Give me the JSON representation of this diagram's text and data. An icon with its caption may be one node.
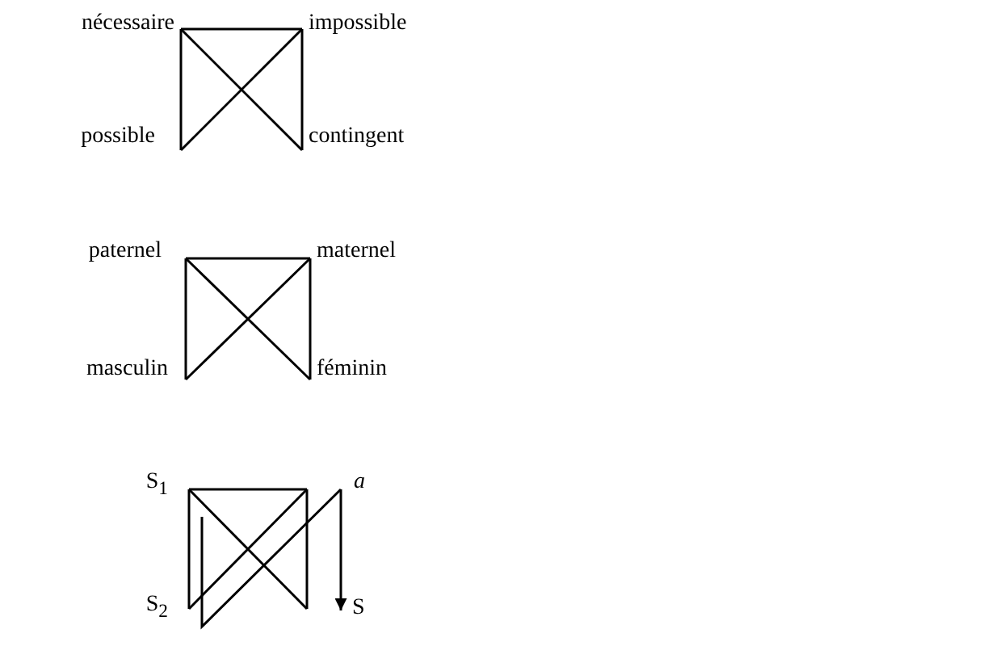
{
  "diagram": {
    "nodes": [
      {
        "text": [
          "nécessaire"
        ]
      },
      {
        "text": [
          "impossible"
        ]
      },
      {
        "text": [
          "possible"
        ]
      },
      {
        "text": [
          "contingent"
        ]
      },
      {
        "text": [
          "paternel"
        ]
      },
      {
        "text": [
          "maternel"
        ]
      },
      {
        "text": [
          "masculin"
        ]
      },
      {
        "text": [
          "féminin"
        ]
      },
      {
        "text": [
          "S$_{1}$"
        ]
      },
      {
        "text": [
          "a"
        ]
      },
      {
        "text": [
          "S$_{2}$"
        ]
      },
      {
        "text": [
          "S"
        ]
      }
    ],
    "edges": [
      {
        "from": 0,
        "to": 1,
        "arrow": "none"
      },
      {
        "from": 0,
        "to": 2,
        "arrow": "none"
      },
      {
        "from": 0,
        "to": 3,
        "arrow": "none"
      },
      {
        "from": 1,
        "to": 2,
        "arrow": "none"
      },
      {
        "from": 1,
        "to": 3,
        "arrow": "none"
      },
      {
        "from": 4,
        "to": 5,
        "arrow": "none"
      },
      {
        "from": 4,
        "to": 6,
        "arrow": "none"
      },
      {
        "from": 4,
        "to": 7,
        "arrow": "none"
      },
      {
        "from": 5,
        "to": 6,
        "arrow": "none"
      },
      {
        "from": 5,
        "to": 7,
        "arrow": "none"
      },
      {
        "from": 8,
        "to": 10,
        "arrow": "none"
      },
      {
        "from": null,
        "to": 9,
        "arrow": "none"
      },
      {
        "from": 9,
        "to": 11,
        "arrow": "to"
      }
    ]
  }
}
